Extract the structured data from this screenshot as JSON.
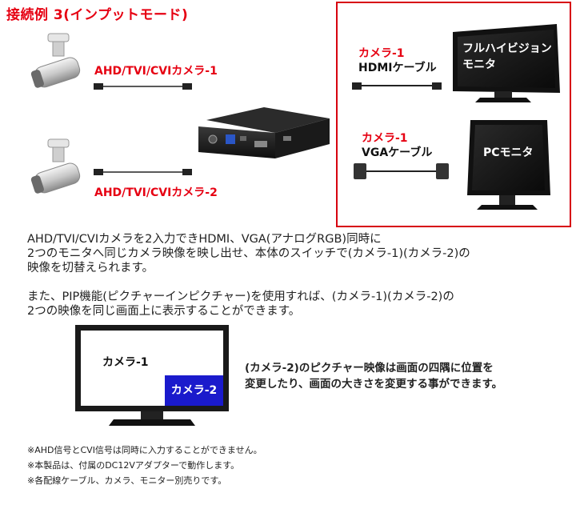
{
  "title": "接続例 3(インプットモード)",
  "inputs": {
    "cam1_label": "AHD/TVI/CVIカメラ-1",
    "cam2_label": "AHD/TVI/CVIカメラ-2"
  },
  "outputs": {
    "hdmi_cam_label": "カメラ-1",
    "hdmi_cable_label": "HDMIケーブル",
    "hdmi_monitor_line1": "フルハイビジョン",
    "hdmi_monitor_line2": "モニタ",
    "vga_cam_label": "カメラ-1",
    "vga_cable_label": "VGAケーブル",
    "vga_monitor_label": "PCモニタ"
  },
  "description": {
    "p1_line1": "AHD/TVI/CVIカメラを2入力できHDMI、VGA(アナログRGB)同時に",
    "p1_line2": "2つのモニタへ同じカメラ映像を映し出せ、本体のスイッチで(カメラ-1)(カメラ-2)の",
    "p1_line3": "映像を切替えられます。",
    "p2_line1": "また、PIP機能(ピクチャーインピクチャー)を使用すれば、(カメラ-1)(カメラ-2)の",
    "p2_line2": "2つの映像を同じ画面上に表示することができます。"
  },
  "pip": {
    "main_label": "カメラ-1",
    "sub_label": "カメラ-2",
    "desc_line1": "(カメラ-2)のピクチャー映像は画面の四隅に位置を",
    "desc_line2": "変更したり、画面の大きさを変更する事ができます。"
  },
  "notes": [
    "※AHD信号とCVI信号は同時に入力することができません。",
    "※本製品は、付属のDC12Vアダプターで動作します。",
    "※各配線ケーブル、カメラ、モニター別売りです。"
  ],
  "colors": {
    "accent_red": "#e60012",
    "pip_blue": "#1a1acc",
    "frame_red": "#d7000f"
  }
}
